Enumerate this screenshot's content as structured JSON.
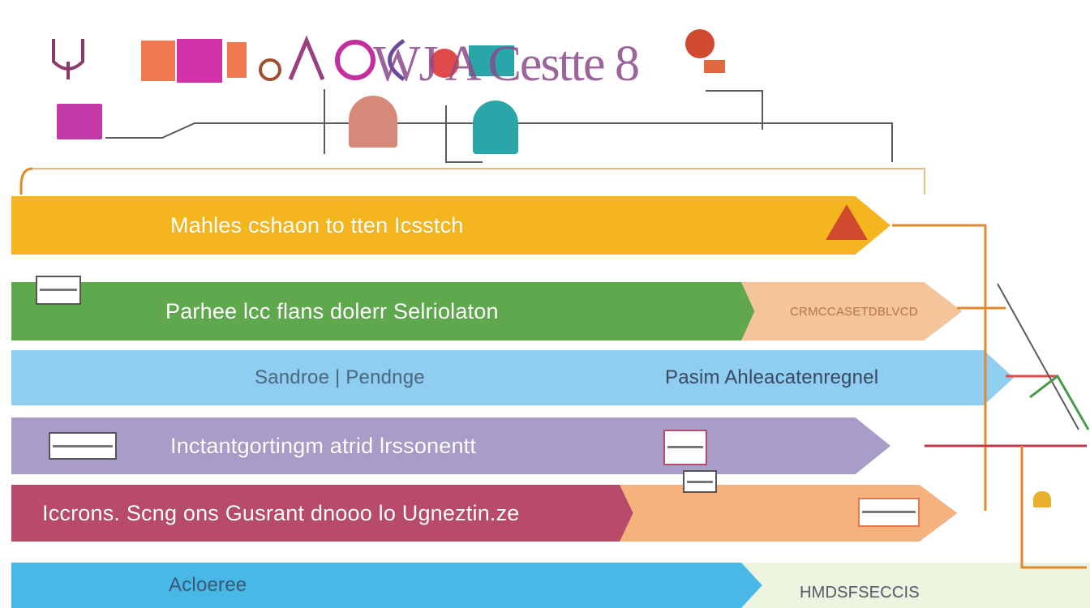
{
  "title": {
    "text": "WJ A Cestte 8"
  },
  "bands": [
    {
      "id": "b1",
      "main": "Mahles cshaon to tten Icsstch",
      "right": "",
      "main_color": "#f5b51e",
      "right_color": "#f5b51e"
    },
    {
      "id": "b2",
      "main": "Parhee lcc flans dolerr Selriolaton",
      "right": "CRMCCASETDBLVCD",
      "main_color": "#5fa84e",
      "right_color": "#f6c49a"
    },
    {
      "id": "b3",
      "main": "Sandroe | Pendnge",
      "right": "Pasim Ahleacatenregnel",
      "main_color": "#8fcdf1",
      "right_color": "#8fcdf1"
    },
    {
      "id": "b4",
      "main": "Inctantgortingm atrid lrssonentt",
      "right": "",
      "main_color": "#a89cc8",
      "right_color": "#a89cc8"
    },
    {
      "id": "b5",
      "main": "Iccrons. Scng ons Gusrant dnooo lo Ugneztin.ze",
      "right": "",
      "main_color": "#b84a6a",
      "right_color": "#f5b27d"
    },
    {
      "id": "b6",
      "main": "Acloeree",
      "right": "HMDSFSECCIS",
      "main_color": "#49b8e6",
      "right_color": "#edf4e0"
    }
  ],
  "colors": {
    "connector": "#e08a2e",
    "line": "#5a5a5a",
    "magenta": "#c23aa8",
    "salmon": "#e55a4a",
    "teal": "#2aa5a8"
  },
  "icons": [
    "laptop-icon",
    "tablet-icon",
    "people-icon",
    "mountain-icon",
    "document-icon",
    "box-icon",
    "bell-icon"
  ]
}
